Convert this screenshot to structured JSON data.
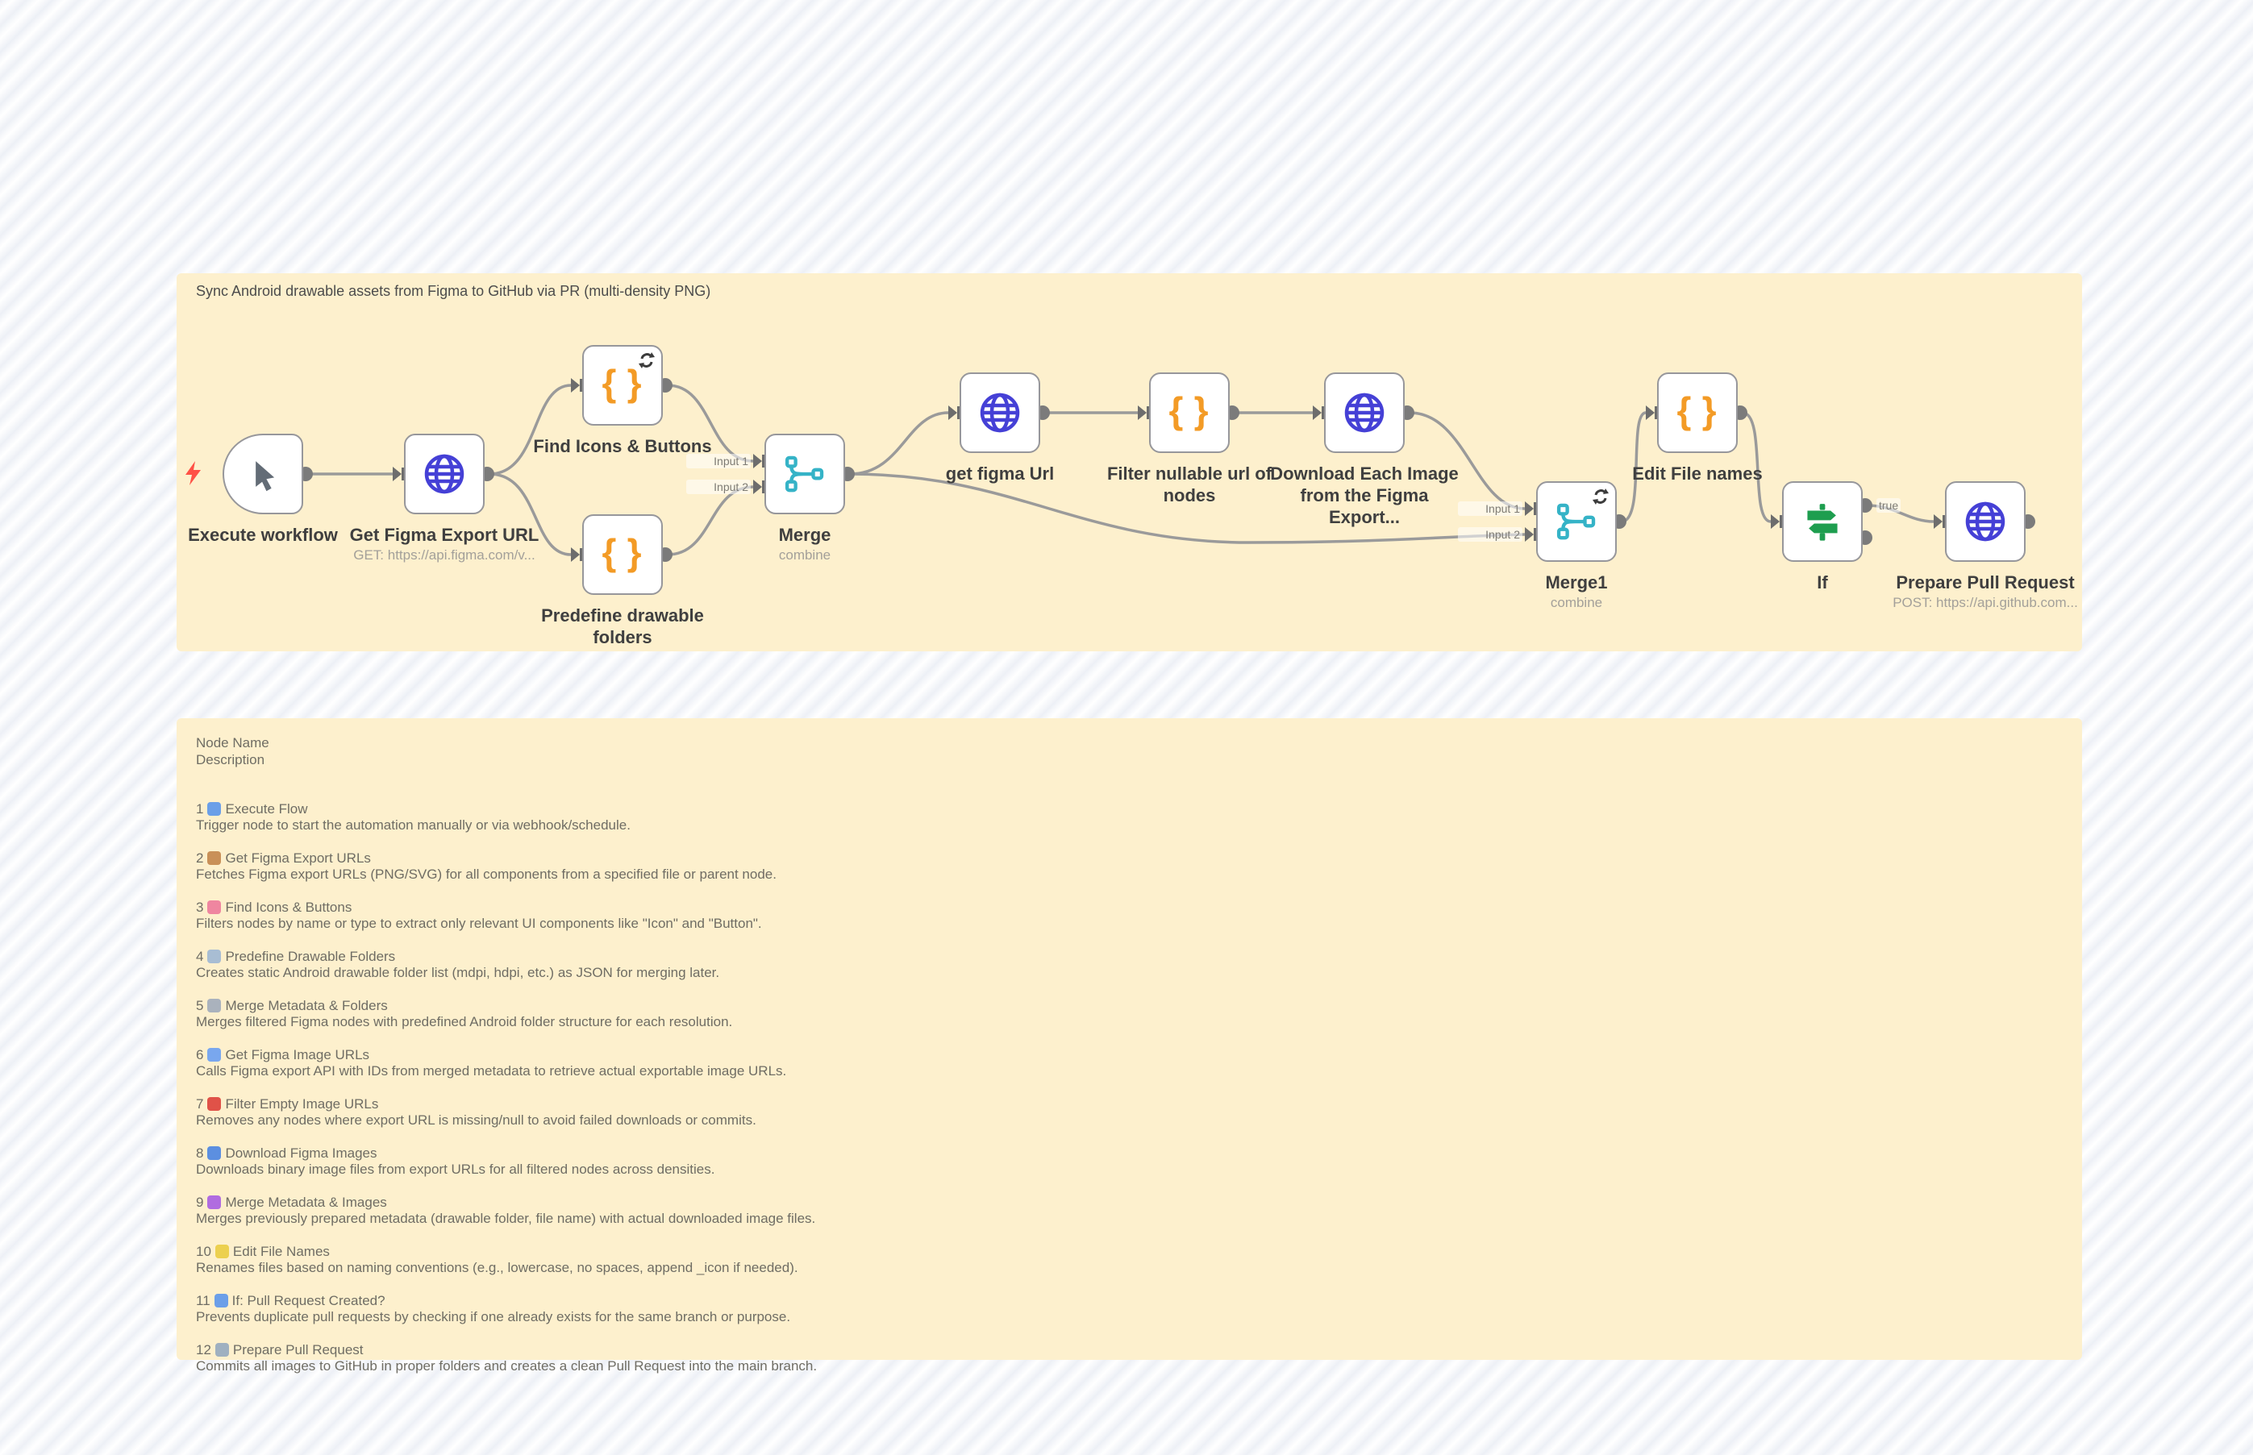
{
  "colors": {
    "panel_bg": "#fdf0cd",
    "node_border": "#97979b",
    "wire": "#9a9a9a",
    "globe_icon": "#4540d6",
    "braces_icon": "#f39b26",
    "merge_icon": "#35b3c7",
    "if_icon": "#1e9e4f",
    "trigger_bolt": "#ff5146"
  },
  "canvas": {
    "title": "Sync Android drawable assets from Figma to GitHub via PR (multi-density PNG)"
  },
  "workflow": {
    "nodes": [
      {
        "id": "execute-workflow",
        "label": "Execute workflow",
        "icon": "cursor-icon",
        "type": "trigger"
      },
      {
        "id": "get-figma-export-url",
        "label": "Get Figma Export URL",
        "sublabel": "GET: https://api.figma.com/v...",
        "icon": "globe-icon"
      },
      {
        "id": "find-icons-buttons",
        "label": "Find Icons & Buttons",
        "icon": "braces-icon",
        "badge": "refresh-icon"
      },
      {
        "id": "predefine-drawable-folders",
        "label": "Predefine drawable folders",
        "icon": "braces-icon"
      },
      {
        "id": "merge",
        "label": "Merge",
        "sublabel": "combine",
        "icon": "merge-icon",
        "inputs": [
          "Input 1",
          "Input 2"
        ]
      },
      {
        "id": "get-figma-url",
        "label": "get figma Url",
        "icon": "globe-icon"
      },
      {
        "id": "filter-nullable-url",
        "label": "Filter nullable url of nodes",
        "icon": "braces-icon"
      },
      {
        "id": "download-each-image",
        "label": "Download Each Image from the Figma Export...",
        "icon": "globe-icon"
      },
      {
        "id": "merge1",
        "label": "Merge1",
        "sublabel": "combine",
        "icon": "merge-icon",
        "badge": "refresh-icon",
        "inputs": [
          "Input 1",
          "Input 2"
        ]
      },
      {
        "id": "edit-file-names",
        "label": "Edit File names",
        "icon": "braces-icon"
      },
      {
        "id": "if",
        "label": "If",
        "icon": "if-icon",
        "output_label": "true"
      },
      {
        "id": "prepare-pull-request",
        "label": "Prepare Pull Request",
        "sublabel": "POST: https://api.github.com...",
        "icon": "globe-icon"
      }
    ]
  },
  "descriptions": {
    "header": [
      "Node Name",
      "Description"
    ],
    "items": [
      {
        "num": "1",
        "icon": "repeat",
        "title": "Execute Flow",
        "desc": "Trigger node to start the automation manually or via webhook/schedule."
      },
      {
        "num": "2",
        "icon": "palette",
        "title": "Get Figma Export URLs",
        "desc": "Fetches Figma export URLs (PNG/SVG) for all components from a specified file or parent node."
      },
      {
        "num": "3",
        "icon": "brain",
        "title": "Find Icons & Buttons",
        "desc": "Filters nodes by name or type to extract only relevant UI components like \"Icon\" and \"Button\"."
      },
      {
        "num": "4",
        "icon": "folder",
        "title": "Predefine Drawable Folders",
        "desc": "Creates static Android drawable folder list (mdpi, hdpi, etc.) as JSON for merging later."
      },
      {
        "num": "5",
        "icon": "link",
        "title": "Merge Metadata & Folders",
        "desc": "Merges filtered Figma nodes with predefined Android folder structure for each resolution."
      },
      {
        "num": "6",
        "icon": "globe",
        "title": "Get Figma Image URLs",
        "desc": "Calls Figma export API with IDs from merged metadata to retrieve actual exportable image URLs."
      },
      {
        "num": "7",
        "icon": "prohibited",
        "title": "Filter Empty Image URLs",
        "desc": "Removes any nodes where export URL is missing/null to avoid failed downloads or commits."
      },
      {
        "num": "8",
        "icon": "inbox",
        "title": "Download Figma Images",
        "desc": "Downloads binary image files from export URLs for all filtered nodes across densities."
      },
      {
        "num": "9",
        "icon": "dna",
        "title": "Merge Metadata & Images",
        "desc": "Merges previously prepared metadata (drawable folder, file name) with actual downloaded image files."
      },
      {
        "num": "10",
        "icon": "memo",
        "title": "Edit File Names",
        "desc": "Renames files based on naming conventions (e.g., lowercase, no spaces, append _icon if needed)."
      },
      {
        "num": "11",
        "icon": "repeat",
        "title": "If: Pull Request Created?",
        "desc": "Prevents duplicate pull requests by checking if one already exists for the same branch or purpose."
      },
      {
        "num": "12",
        "icon": "rocket",
        "title": "Prepare Pull Request",
        "desc": "Commits all images to GitHub in proper folders and creates a clean Pull Request into the main branch."
      }
    ]
  }
}
